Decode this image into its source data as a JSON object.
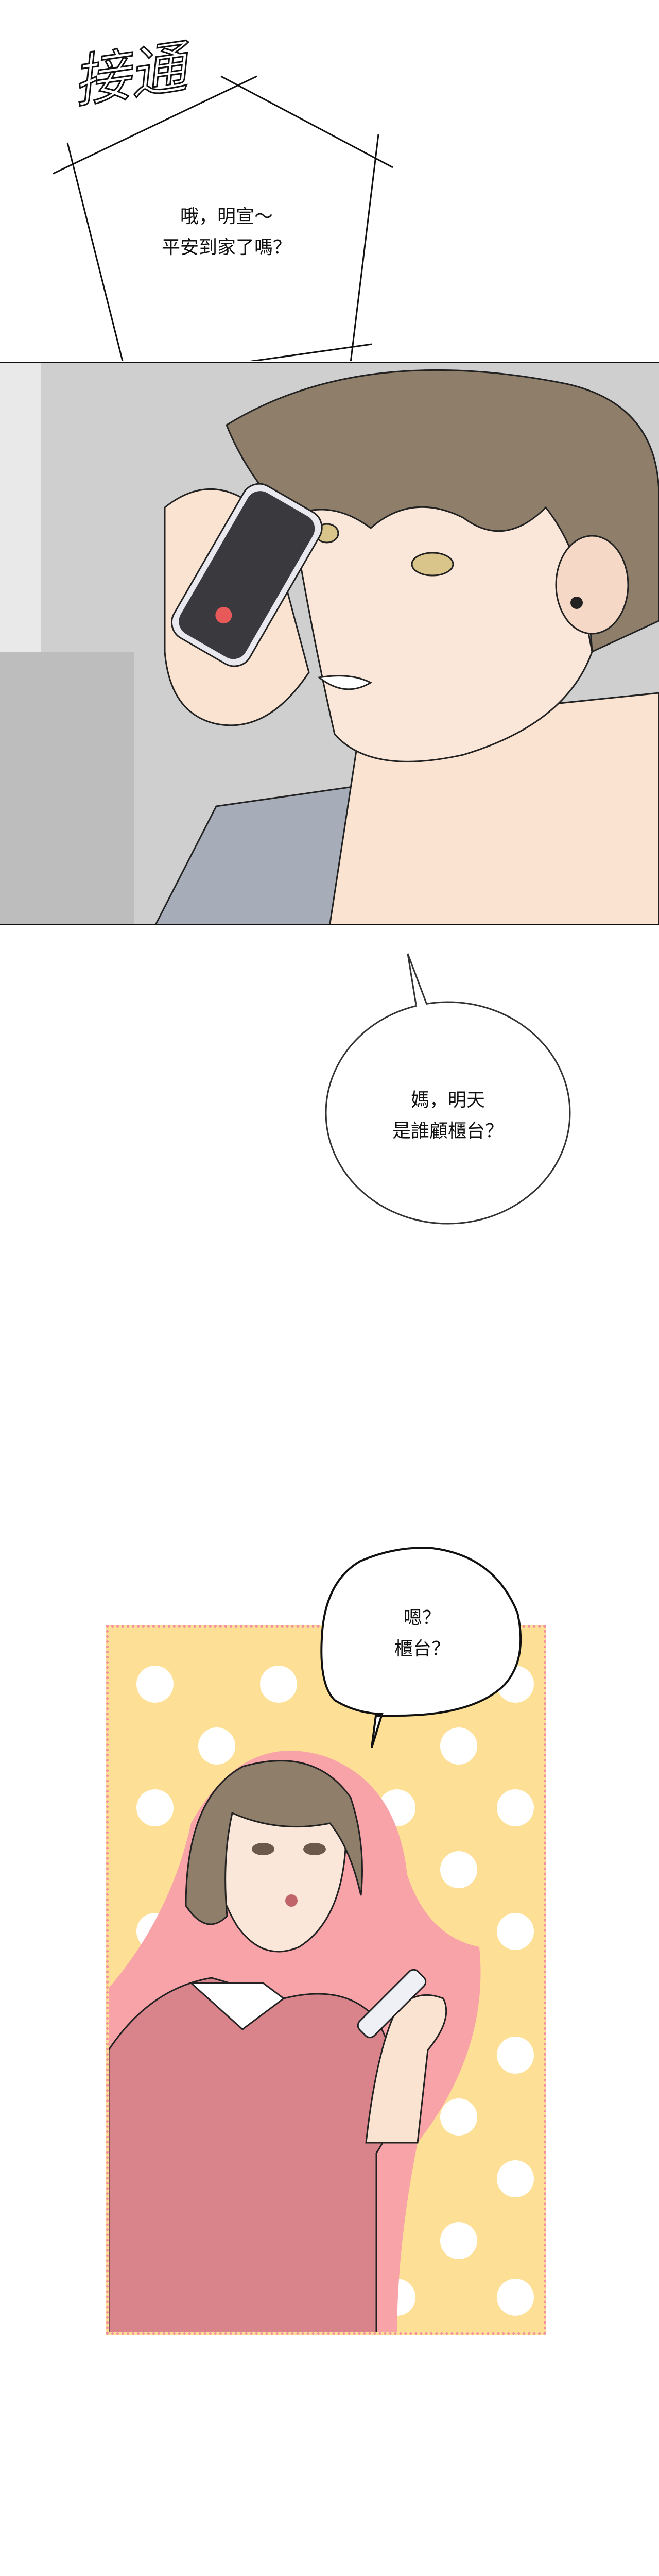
{
  "sound_effect": "接通",
  "caption_box": {
    "line1": "哦，明宣～",
    "line2": "平安到家了嗎？"
  },
  "bubble_son": {
    "line1": "媽，明天",
    "line2": "是誰顧櫃台？"
  },
  "bubble_mom": {
    "line1": "嗯？",
    "line2": "櫃台？"
  },
  "colors": {
    "panel_bg_yellow": "#fde095",
    "dot_pink": "#f58ea0",
    "shirt": "#d9848a",
    "hair": "#8f7f6a"
  }
}
